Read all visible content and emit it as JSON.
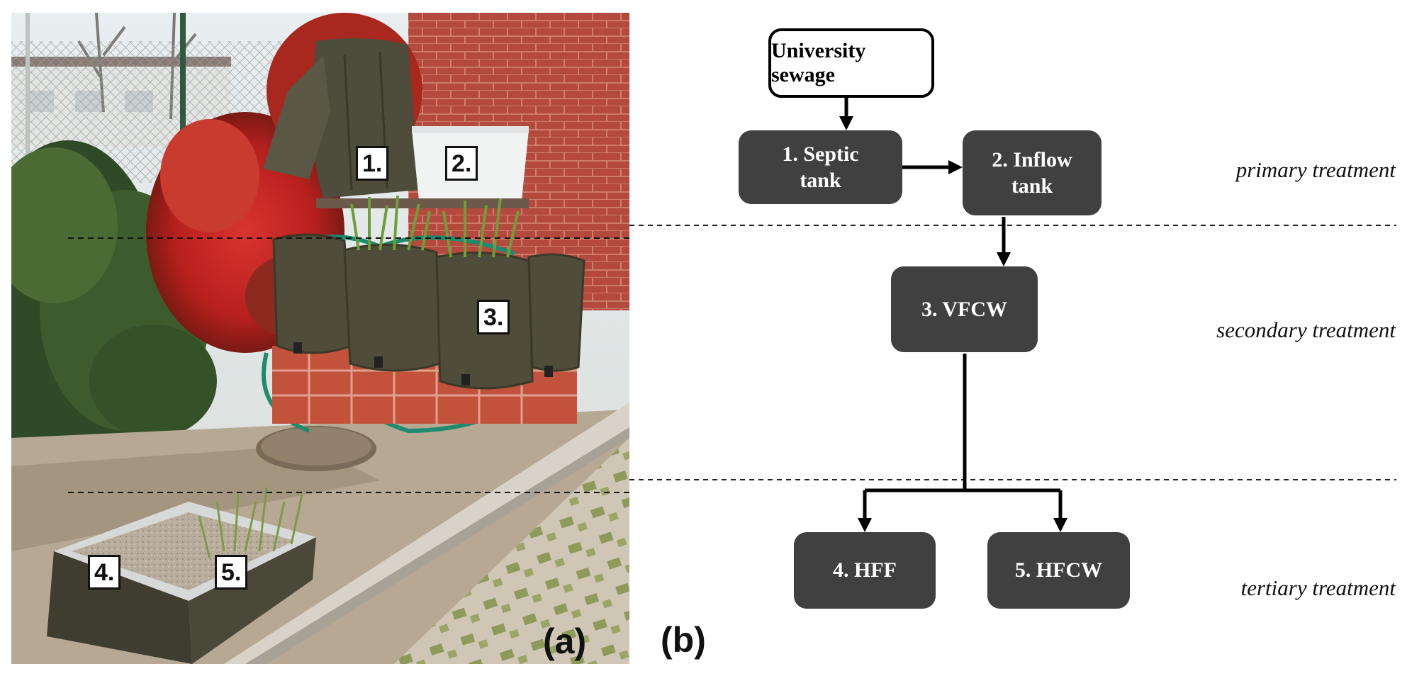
{
  "panel_a": {
    "letter": "(a)",
    "tags": [
      "1.",
      "2.",
      "3.",
      "4.",
      "5."
    ]
  },
  "panel_b": {
    "letter": "(b)",
    "source": "University sewage",
    "nodes": {
      "septic": [
        "1. Septic",
        "tank"
      ],
      "inflow": [
        "2. Inflow",
        "tank"
      ],
      "vfcw": "3. VFCW",
      "hff": "4. HFF",
      "hfcw": "5. HFCW"
    },
    "stages": {
      "primary": "primary treatment",
      "secondary": "secondary treatment",
      "tertiary": "tertiary treatment"
    }
  },
  "colors": {
    "node_fill": "#404040",
    "node_text": "#ffffff",
    "brick_wall": "#b8483c",
    "foliage_red": "#c8302c",
    "tank_fabric": "#4a4a38"
  }
}
